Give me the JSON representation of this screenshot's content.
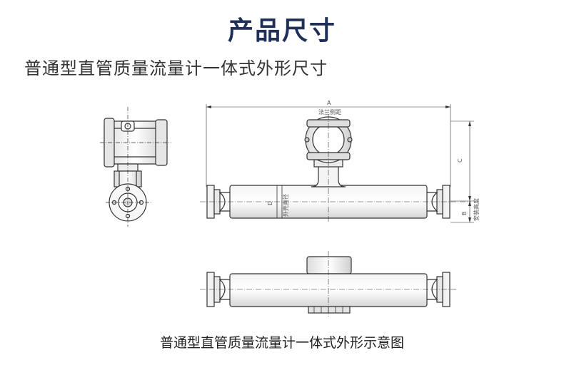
{
  "heading": "产品尺寸",
  "subheading": "普通型直管质量流量计一体式外形尺寸",
  "caption": "普通型直管质量流量计一体式外形示意图",
  "dimensions": {
    "A": "A",
    "A_note": "法兰侧距",
    "B": "B",
    "B_note": "安装高度",
    "C": "C",
    "D": "D",
    "D_note": "外壳直径"
  }
}
